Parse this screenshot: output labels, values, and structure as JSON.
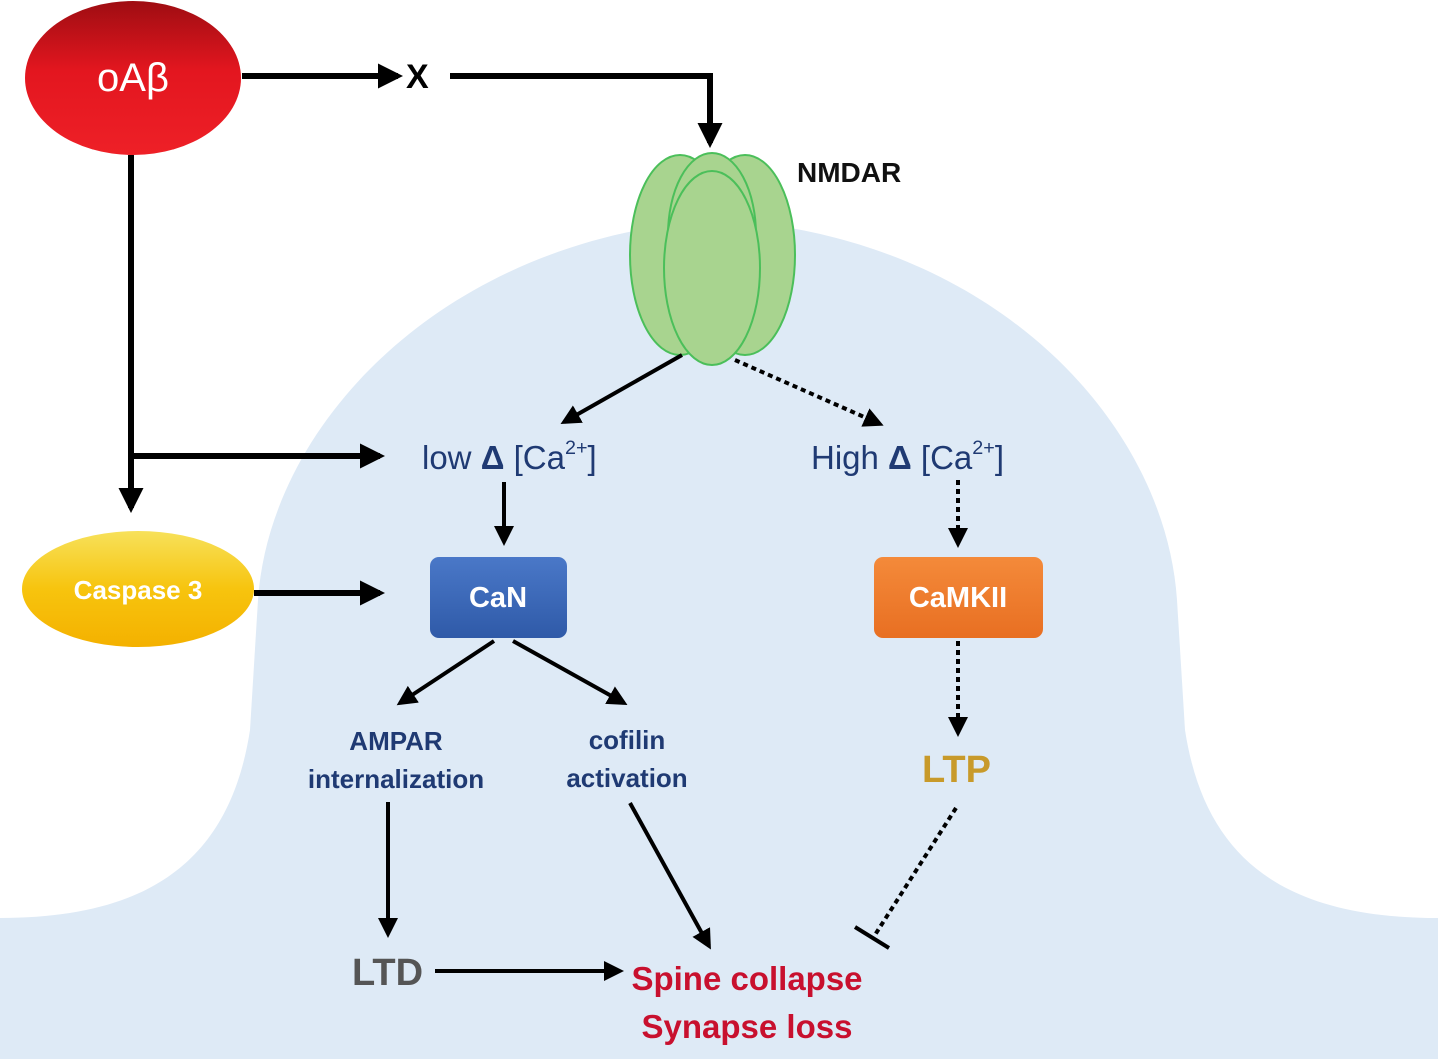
{
  "nodes": {
    "oabeta": "oAβ",
    "x": "X",
    "nmdar": "NMDAR",
    "low_ca": {
      "prefix": "low ",
      "delta": "Δ",
      "bracket": " [Ca",
      "charge": "2+",
      "close": "]"
    },
    "high_ca": {
      "prefix": "High ",
      "delta": "Δ",
      "bracket": " [Ca",
      "charge": "2+",
      "close": "]"
    },
    "caspase3": "Caspase 3",
    "can": "CaN",
    "camkii": "CaMKII",
    "ampar_line1": "AMPAR",
    "ampar_line2": "internalization",
    "cofilin_line1": "cofilin",
    "cofilin_line2": "activation",
    "ltp": "LTP",
    "ltd": "LTD",
    "outcome_line1": "Spine collapse",
    "outcome_line2": "Synapse loss"
  },
  "colors": {
    "cell": "#deeaf6",
    "oabeta": "#e3161f",
    "caspase": "#f7bf0f",
    "can": "#3c69bb",
    "camkii": "#ef7d2f",
    "nmdar_fill": "#a8d48f",
    "nmdar_stroke": "#4bbf5a",
    "ltp": "#c89a2a",
    "ltd": "#555555",
    "outcome": "#c8102e",
    "text_blue": "#1f3a73"
  }
}
